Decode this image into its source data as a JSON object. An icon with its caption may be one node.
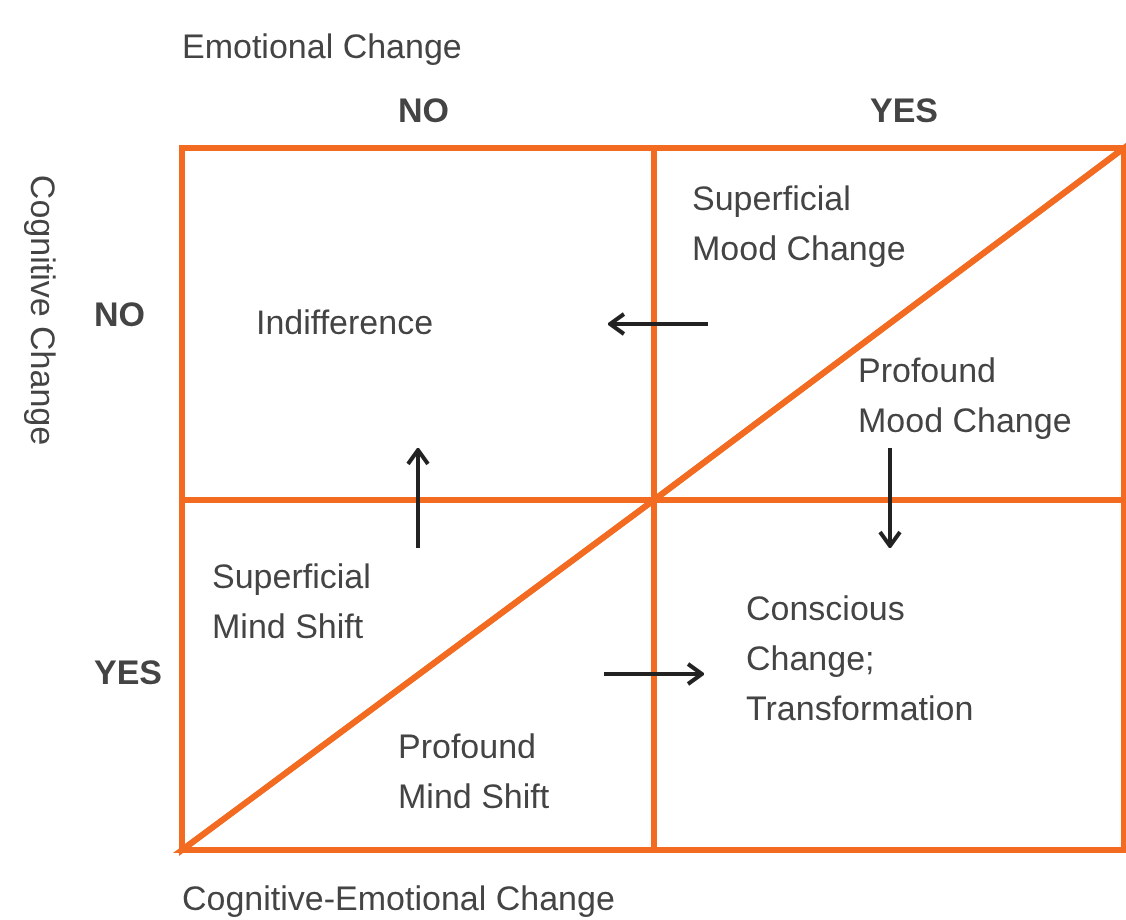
{
  "diagram": {
    "nodes": [
      {
        "text": [
          "Indifference"
        ]
      },
      {
        "text": [
          "Superficial Mood Change"
        ]
      },
      {
        "text": [
          "Profound Mood Change"
        ]
      },
      {
        "text": [
          "Superficial Mind Shift"
        ]
      },
      {
        "text": [
          "Profound Mind Shift"
        ]
      },
      {
        "text": [
          "Conscious Change; Transformation"
        ]
      }
    ],
    "edges": [
      {
        "from": 1,
        "to": 0,
        "arrow": "to"
      },
      {
        "from": 3,
        "to": 0,
        "arrow": "to"
      },
      {
        "from": 2,
        "to": 5,
        "arrow": "to"
      },
      {
        "from": 4,
        "to": 5,
        "arrow": "to"
      }
    ],
    "labels": [
      "Emotional Change",
      "NO",
      "YES",
      "Cognitive Change",
      "NO",
      "YES",
      "Cognitive-Emotional Change"
    ]
  }
}
